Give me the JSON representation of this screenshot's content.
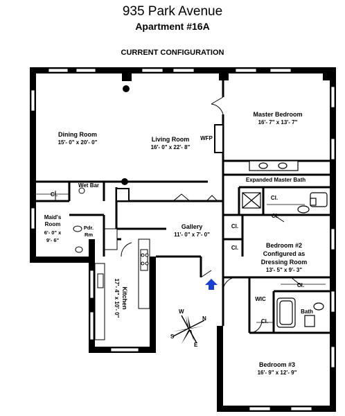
{
  "header": {
    "title": "935 Park Avenue",
    "subtitle": "Apartment #16A",
    "configuration": "CURRENT CONFIGURATION"
  },
  "rooms": {
    "dining": {
      "name": "Dining Room",
      "dims": "15'- 0\" x 20'- 0\""
    },
    "living": {
      "name": "Living Room",
      "dims": "16'- 0\" x 22'- 8\""
    },
    "wfp": "WFP",
    "master": {
      "name": "Master Bedroom",
      "dims": "16'- 7\" x 13'- 7\""
    },
    "master_bath": "Expanded Master Bath",
    "wet_bar": "Wet Bar",
    "cl": "Cl.",
    "maid_name_1": "Maid's",
    "maid_name_2": "Room",
    "maid_dims_1": "6'- 0\" x",
    "maid_dims_2": "9'- 6\"",
    "pdr_1": "Pdr.",
    "pdr_2": "Rm",
    "gallery": {
      "name": "Gallery",
      "dims": "11'- 0\" x 7'- 0\""
    },
    "bedroom2_1": "Bedroom #2",
    "bedroom2_2": "Configured as",
    "bedroom2_3": "Dressing Room",
    "bedroom2_dims": "13'- 5\" x 9'- 3\"",
    "kitchen_name": "Kitchen",
    "kitchen_dims": "17'- 4\" x 10'- 0\"",
    "wic": "WIC",
    "bath": "Bath",
    "bedroom3": {
      "name": "Bedroom #3",
      "dims": "16'- 9\" x 12'- 9\""
    }
  },
  "compass": {
    "n": "N",
    "s": "S",
    "e": "E",
    "w": "W"
  },
  "colors": {
    "entry_arrow": "#1a3fd6",
    "walls": "#000000"
  }
}
